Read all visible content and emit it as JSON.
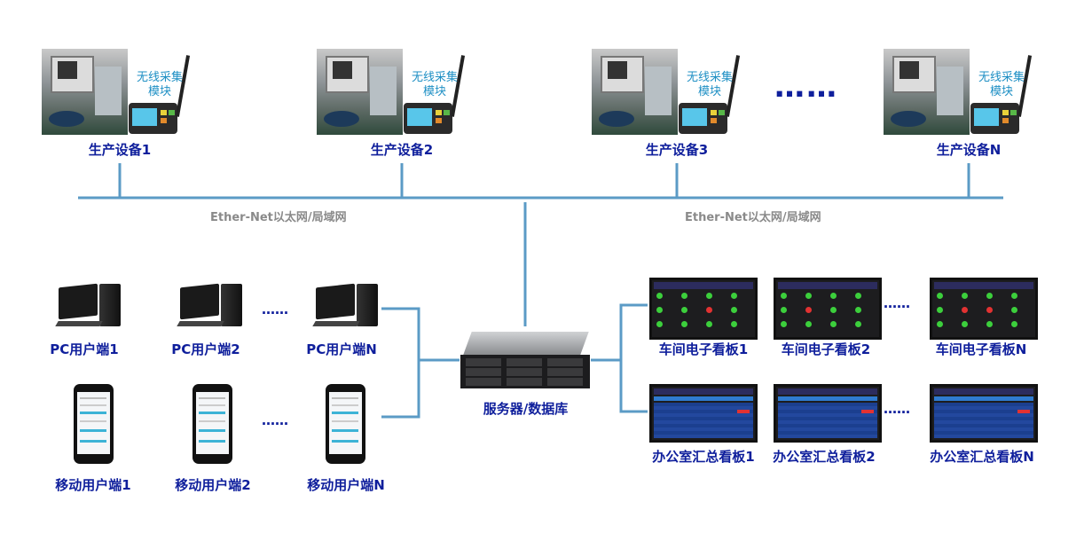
{
  "devices": [
    {
      "label": "生产设备1",
      "module": "无线采集\n模块"
    },
    {
      "label": "生产设备2",
      "module": "无线采集\n模块"
    },
    {
      "label": "生产设备3",
      "module": "无线采集\n模块"
    },
    {
      "label": "生产设备N",
      "module": "无线采集\n模块"
    }
  ],
  "device_module_line1": "无线采集",
  "device_module_line2": "模块",
  "network": {
    "left_label": "Ether-Net以太网/局域网",
    "right_label": "Ether-Net以太网/局域网"
  },
  "ellipsis": "……",
  "ellipsis_big": "……",
  "pc_clients": [
    "PC用户端1",
    "PC用户端2",
    "PC用户端N"
  ],
  "mobile_clients": [
    "移动用户端1",
    "移动用户端2",
    "移动用户端N"
  ],
  "server": {
    "label": "服务器/数据库"
  },
  "workshop_boards": [
    "车间电子看板1",
    "车间电子看板2",
    "车间电子看板N"
  ],
  "office_boards": [
    "办公室汇总看板1",
    "办公室汇总看板2",
    "办公室汇总看板N"
  ],
  "colors": {
    "line": "#5b9bc6",
    "label": "#0f1f9c",
    "network_label": "#8a8a8a",
    "module_text": "#1e8fc4"
  }
}
